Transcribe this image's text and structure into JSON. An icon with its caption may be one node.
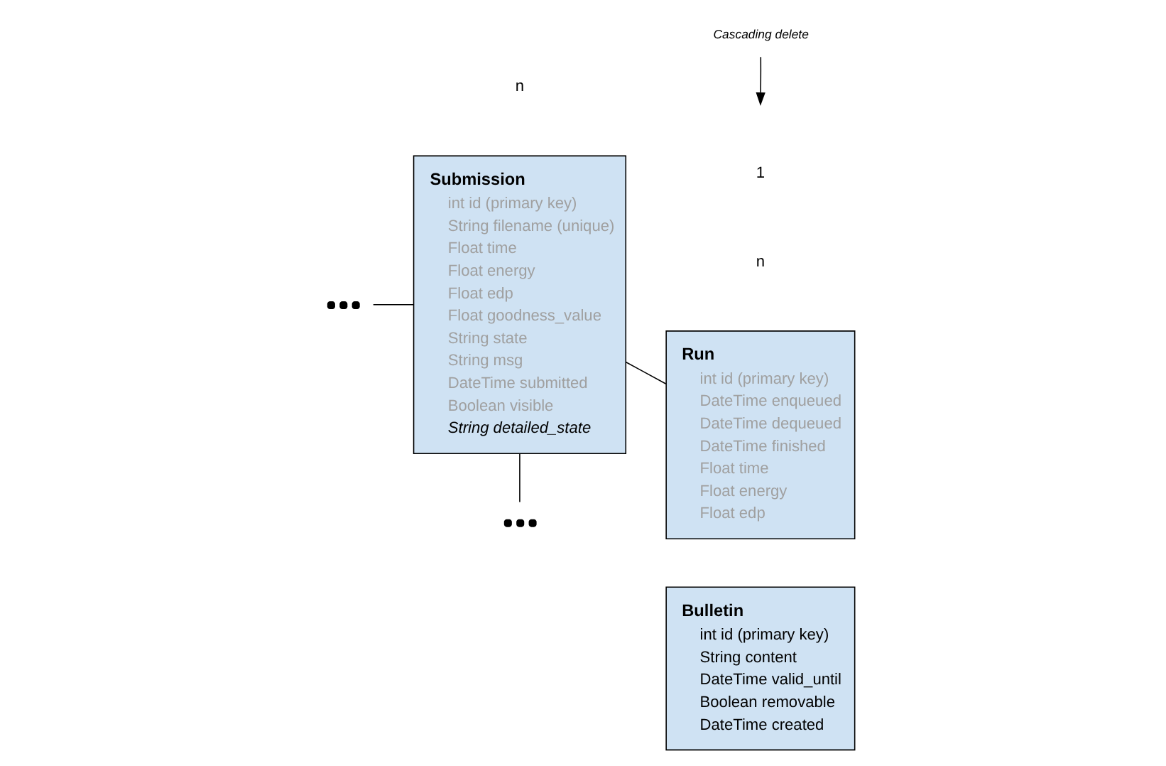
{
  "diagram": {
    "nodes": [
      {
        "text": [
          "Submission",
          "int id (primary key)",
          "String filename (unique)",
          "Float time",
          "Float energy",
          "Float edp",
          "Float goodness_value",
          "String state",
          "String msg",
          "DateTime submitted",
          "Boolean visible",
          "String detailed_state"
        ]
      },
      {
        "text": [
          "Run",
          "int id (primary key)",
          "DateTime enqueued",
          "DateTime dequeued",
          "DateTime finished",
          "Float time",
          "Float energy",
          "Float edp"
        ]
      },
      {
        "text": [
          "Bulletin",
          "int id (primary key)",
          "String content",
          "DateTime valid_until",
          "Boolean removable",
          "DateTime created"
        ]
      },
      {
        "text": [],
        "shape": "dots"
      },
      {
        "text": [],
        "shape": "dots"
      },
      {
        "text": [
          "Cascading delete"
        ]
      }
    ],
    "edges": [
      {
        "from": 3,
        "to": 0,
        "arrow": "none"
      },
      {
        "from": 0,
        "to": 1,
        "arrow": "none"
      },
      {
        "from": 0,
        "to": 4,
        "arrow": "none"
      },
      {
        "from": 5,
        "to": null,
        "arrow": "to"
      }
    ],
    "labels": [
      "n",
      "1",
      "n"
    ]
  }
}
